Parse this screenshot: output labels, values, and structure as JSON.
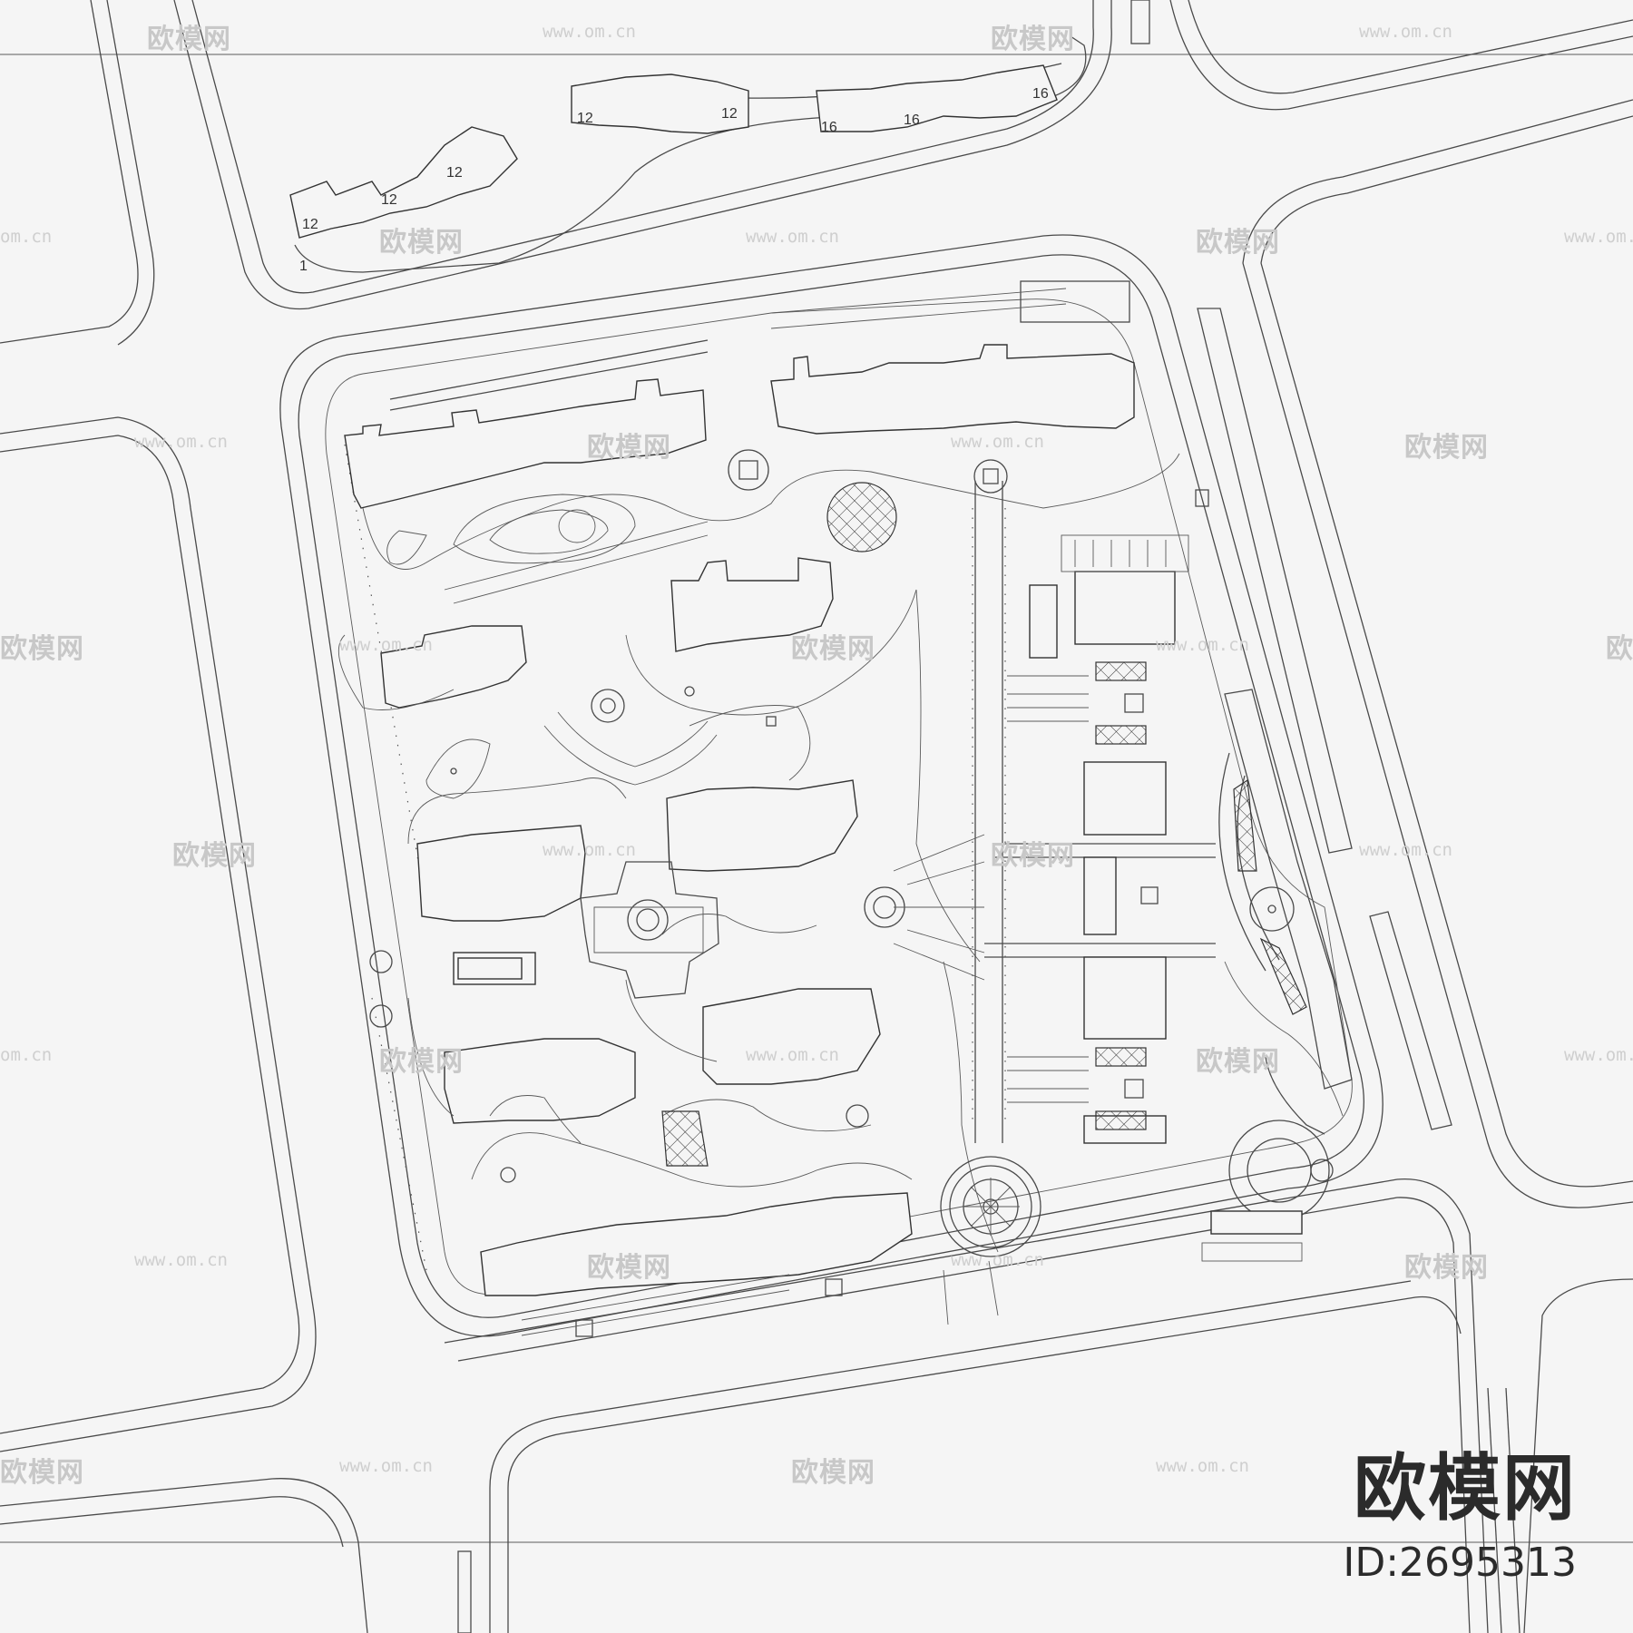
{
  "plan": {
    "building_labels": [
      {
        "id": "b1",
        "text": "12"
      },
      {
        "id": "b2",
        "text": "12"
      },
      {
        "id": "b3",
        "text": "12"
      },
      {
        "id": "b4",
        "text": "12"
      },
      {
        "id": "b5",
        "text": "12"
      },
      {
        "id": "b6",
        "text": "16"
      },
      {
        "id": "b7",
        "text": "16"
      },
      {
        "id": "b8",
        "text": "16"
      },
      {
        "id": "b9",
        "text": "1"
      }
    ]
  },
  "watermark": {
    "brand_text": "欧模网",
    "url_text": "www.om.cn",
    "url_short": "om.cn"
  },
  "brand": {
    "logo_text": "欧模网",
    "id_text": "ID:2695313"
  }
}
